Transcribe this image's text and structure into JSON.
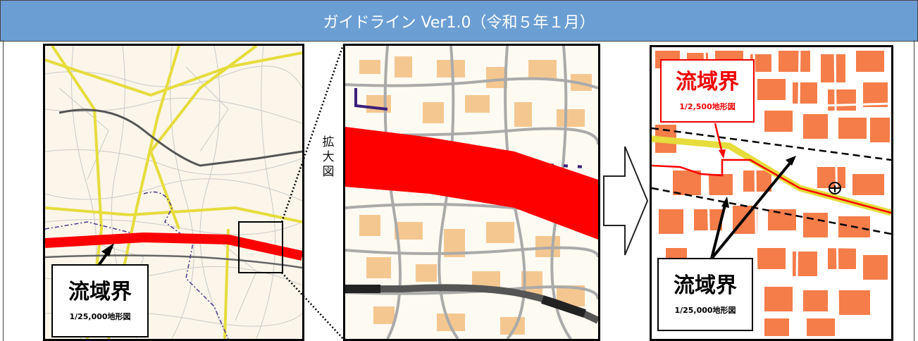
{
  "header": {
    "title": "ガイドライン Ver1.0（令和５年１月）"
  },
  "panels": {
    "left": {
      "label_main": "流域界",
      "label_scale": "1/25,000地形図"
    },
    "middle": {
      "zoom_label": "拡\n大\n図"
    },
    "right": {
      "label_top_main": "流域界",
      "label_top_scale": "1/2,500地形図",
      "label_bottom_main": "流域界",
      "label_bottom_scale": "1/25,000地形図"
    }
  },
  "colors": {
    "header_bg": "#6b9fd4",
    "boundary_red": "#ff0000",
    "road_yellow": "#f0e640",
    "building_orange": "#f47d4a",
    "map_bg": "#fbf6e9"
  }
}
